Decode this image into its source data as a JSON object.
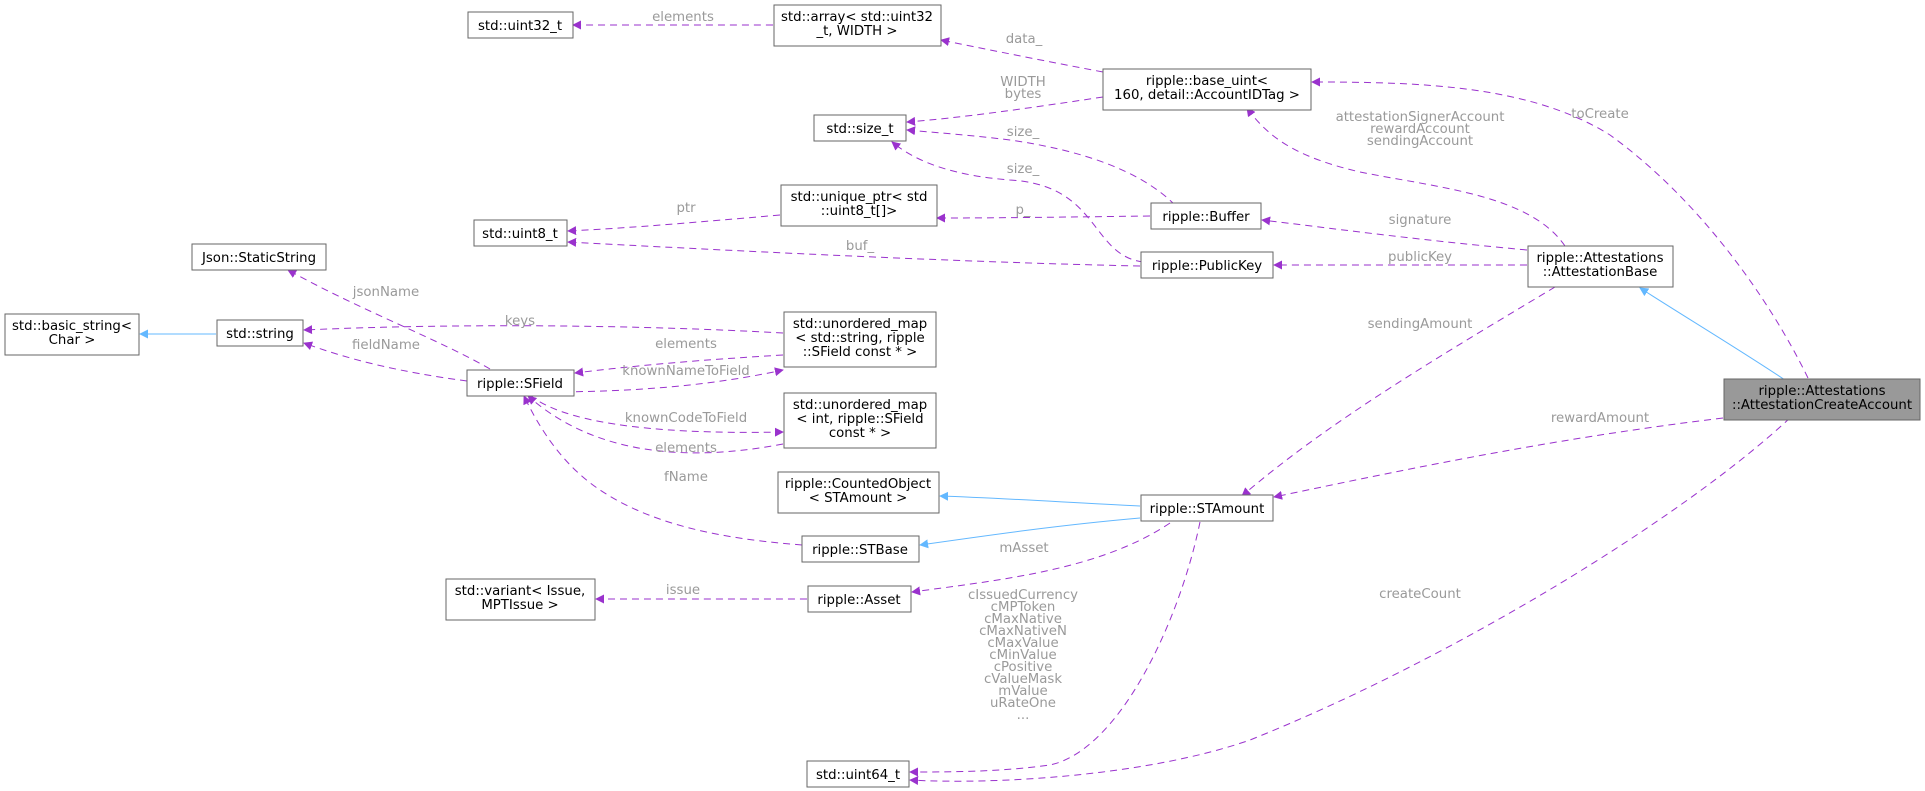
{
  "colors": {
    "dependency_edge": "#9a32cd",
    "inheritance_edge": "#63b8ff",
    "node_border": "#666666",
    "highlight_fill": "#999999",
    "edge_label": "#9a9a9a"
  },
  "nodes": {
    "uint32": [
      "std::uint32_t"
    ],
    "array": [
      "std::array< std::uint32",
      "_t, WIDTH >"
    ],
    "base_uint": [
      "ripple::base_uint<",
      "160, detail::AccountIDTag >"
    ],
    "size_t": [
      "std::size_t"
    ],
    "unique_ptr": [
      "std::unique_ptr< std",
      "::uint8_t[]>"
    ],
    "uint8": [
      "std::uint8_t"
    ],
    "buffer": [
      "ripple::Buffer"
    ],
    "publickey": [
      "ripple::PublicKey"
    ],
    "staticstring": [
      "Json::StaticString"
    ],
    "basic_string": [
      "std::basic_string<",
      "Char >"
    ],
    "string": [
      "std::string"
    ],
    "sfield": [
      "ripple::SField"
    ],
    "umap_str": [
      "std::unordered_map",
      "< std::string, ripple",
      "::SField const * >"
    ],
    "umap_int": [
      "std::unordered_map",
      "< int, ripple::SField",
      "const * >"
    ],
    "attbase": [
      "ripple::Attestations",
      "::AttestationBase"
    ],
    "attcreate": [
      "ripple::Attestations",
      "::AttestationCreateAccount"
    ],
    "counted": [
      "ripple::CountedObject",
      "< STAmount >"
    ],
    "stamount": [
      "ripple::STAmount"
    ],
    "stbase": [
      "ripple::STBase"
    ],
    "variant": [
      "std::variant< Issue,",
      "MPTIssue >"
    ],
    "asset": [
      "ripple::Asset"
    ],
    "uint64": [
      "std::uint64_t"
    ]
  },
  "edges": {
    "elements_uint32": [
      "elements"
    ],
    "data": [
      "data_"
    ],
    "width_bytes": [
      "WIDTH",
      "bytes"
    ],
    "size_buffer": [
      "size_"
    ],
    "size_pubkey": [
      "size_"
    ],
    "ptr": [
      "ptr"
    ],
    "p": [
      "p_"
    ],
    "buf": [
      "buf_"
    ],
    "signature": [
      "signature"
    ],
    "publickey": [
      "publicKey"
    ],
    "account_ids": [
      "attestationSignerAccount",
      "rewardAccount",
      "sendingAccount"
    ],
    "tocreate": [
      "toCreate"
    ],
    "jsonname": [
      "jsonName"
    ],
    "keys": [
      "keys"
    ],
    "fieldname": [
      "fieldName"
    ],
    "elements_umap_str": [
      "elements"
    ],
    "knownname": [
      "knownNameToField"
    ],
    "knowncode": [
      "knownCodeToField"
    ],
    "elements_umap_int": [
      "elements"
    ],
    "fname": [
      "fName"
    ],
    "sendingamount": [
      "sendingAmount"
    ],
    "rewardamount": [
      "rewardAmount"
    ],
    "masset": [
      "mAsset"
    ],
    "issue": [
      "issue"
    ],
    "stamount_consts": [
      "cIssuedCurrency",
      "cMPToken",
      "cMaxNative",
      "cMaxNativeN",
      "cMaxValue",
      "cMinValue",
      "cPositive",
      "cValueMask",
      "mValue",
      "uRateOne",
      "..."
    ],
    "createcount": [
      "createCount"
    ]
  }
}
